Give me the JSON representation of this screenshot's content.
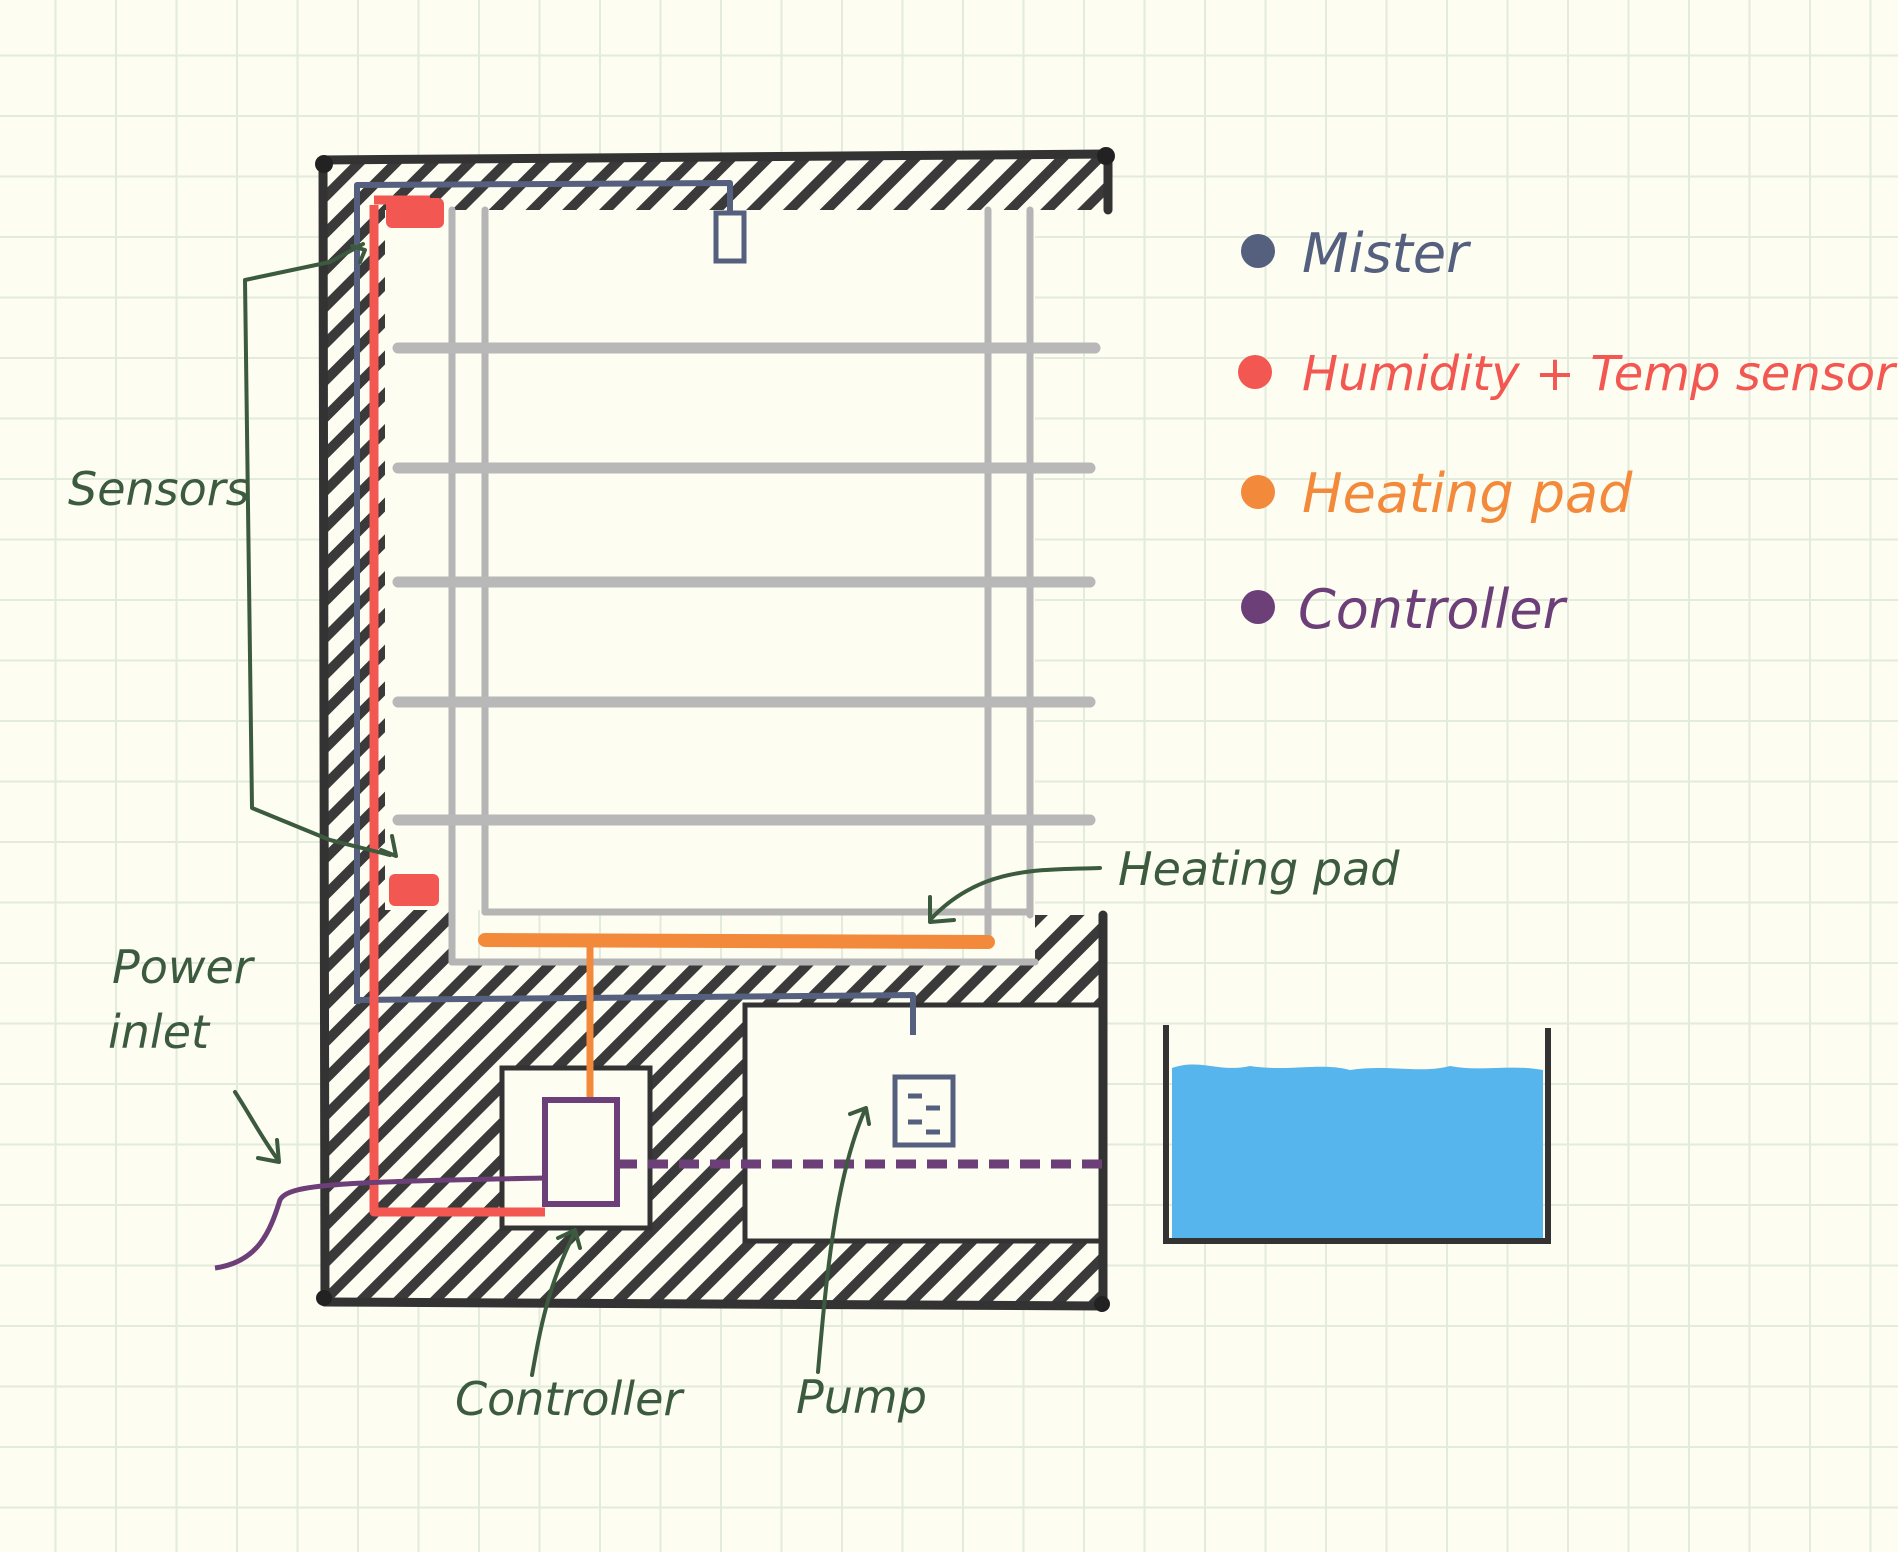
{
  "colors": {
    "mister": "#55607f",
    "sensor": "#f25752",
    "heating": "#f2893b",
    "controller": "#6c3f78",
    "label_ink": "#3c5a3e",
    "frame": "#333333",
    "shelf": "#b5b5b5",
    "water": "#56b5ec"
  },
  "legend": {
    "items": [
      {
        "label": "Mister",
        "color": "#55607f"
      },
      {
        "label": "Humidity + Temp sensor",
        "color": "#f25752"
      },
      {
        "label": "Heating pad",
        "color": "#f2893b"
      },
      {
        "label": "Controller",
        "color": "#6c3f78"
      }
    ]
  },
  "annotations": {
    "sensors": "Sensors",
    "heating_pad": "Heating pad",
    "power_inlet_line1": "Power",
    "power_inlet_line2": "inlet",
    "controller": "Controller",
    "pump": "Pump"
  }
}
